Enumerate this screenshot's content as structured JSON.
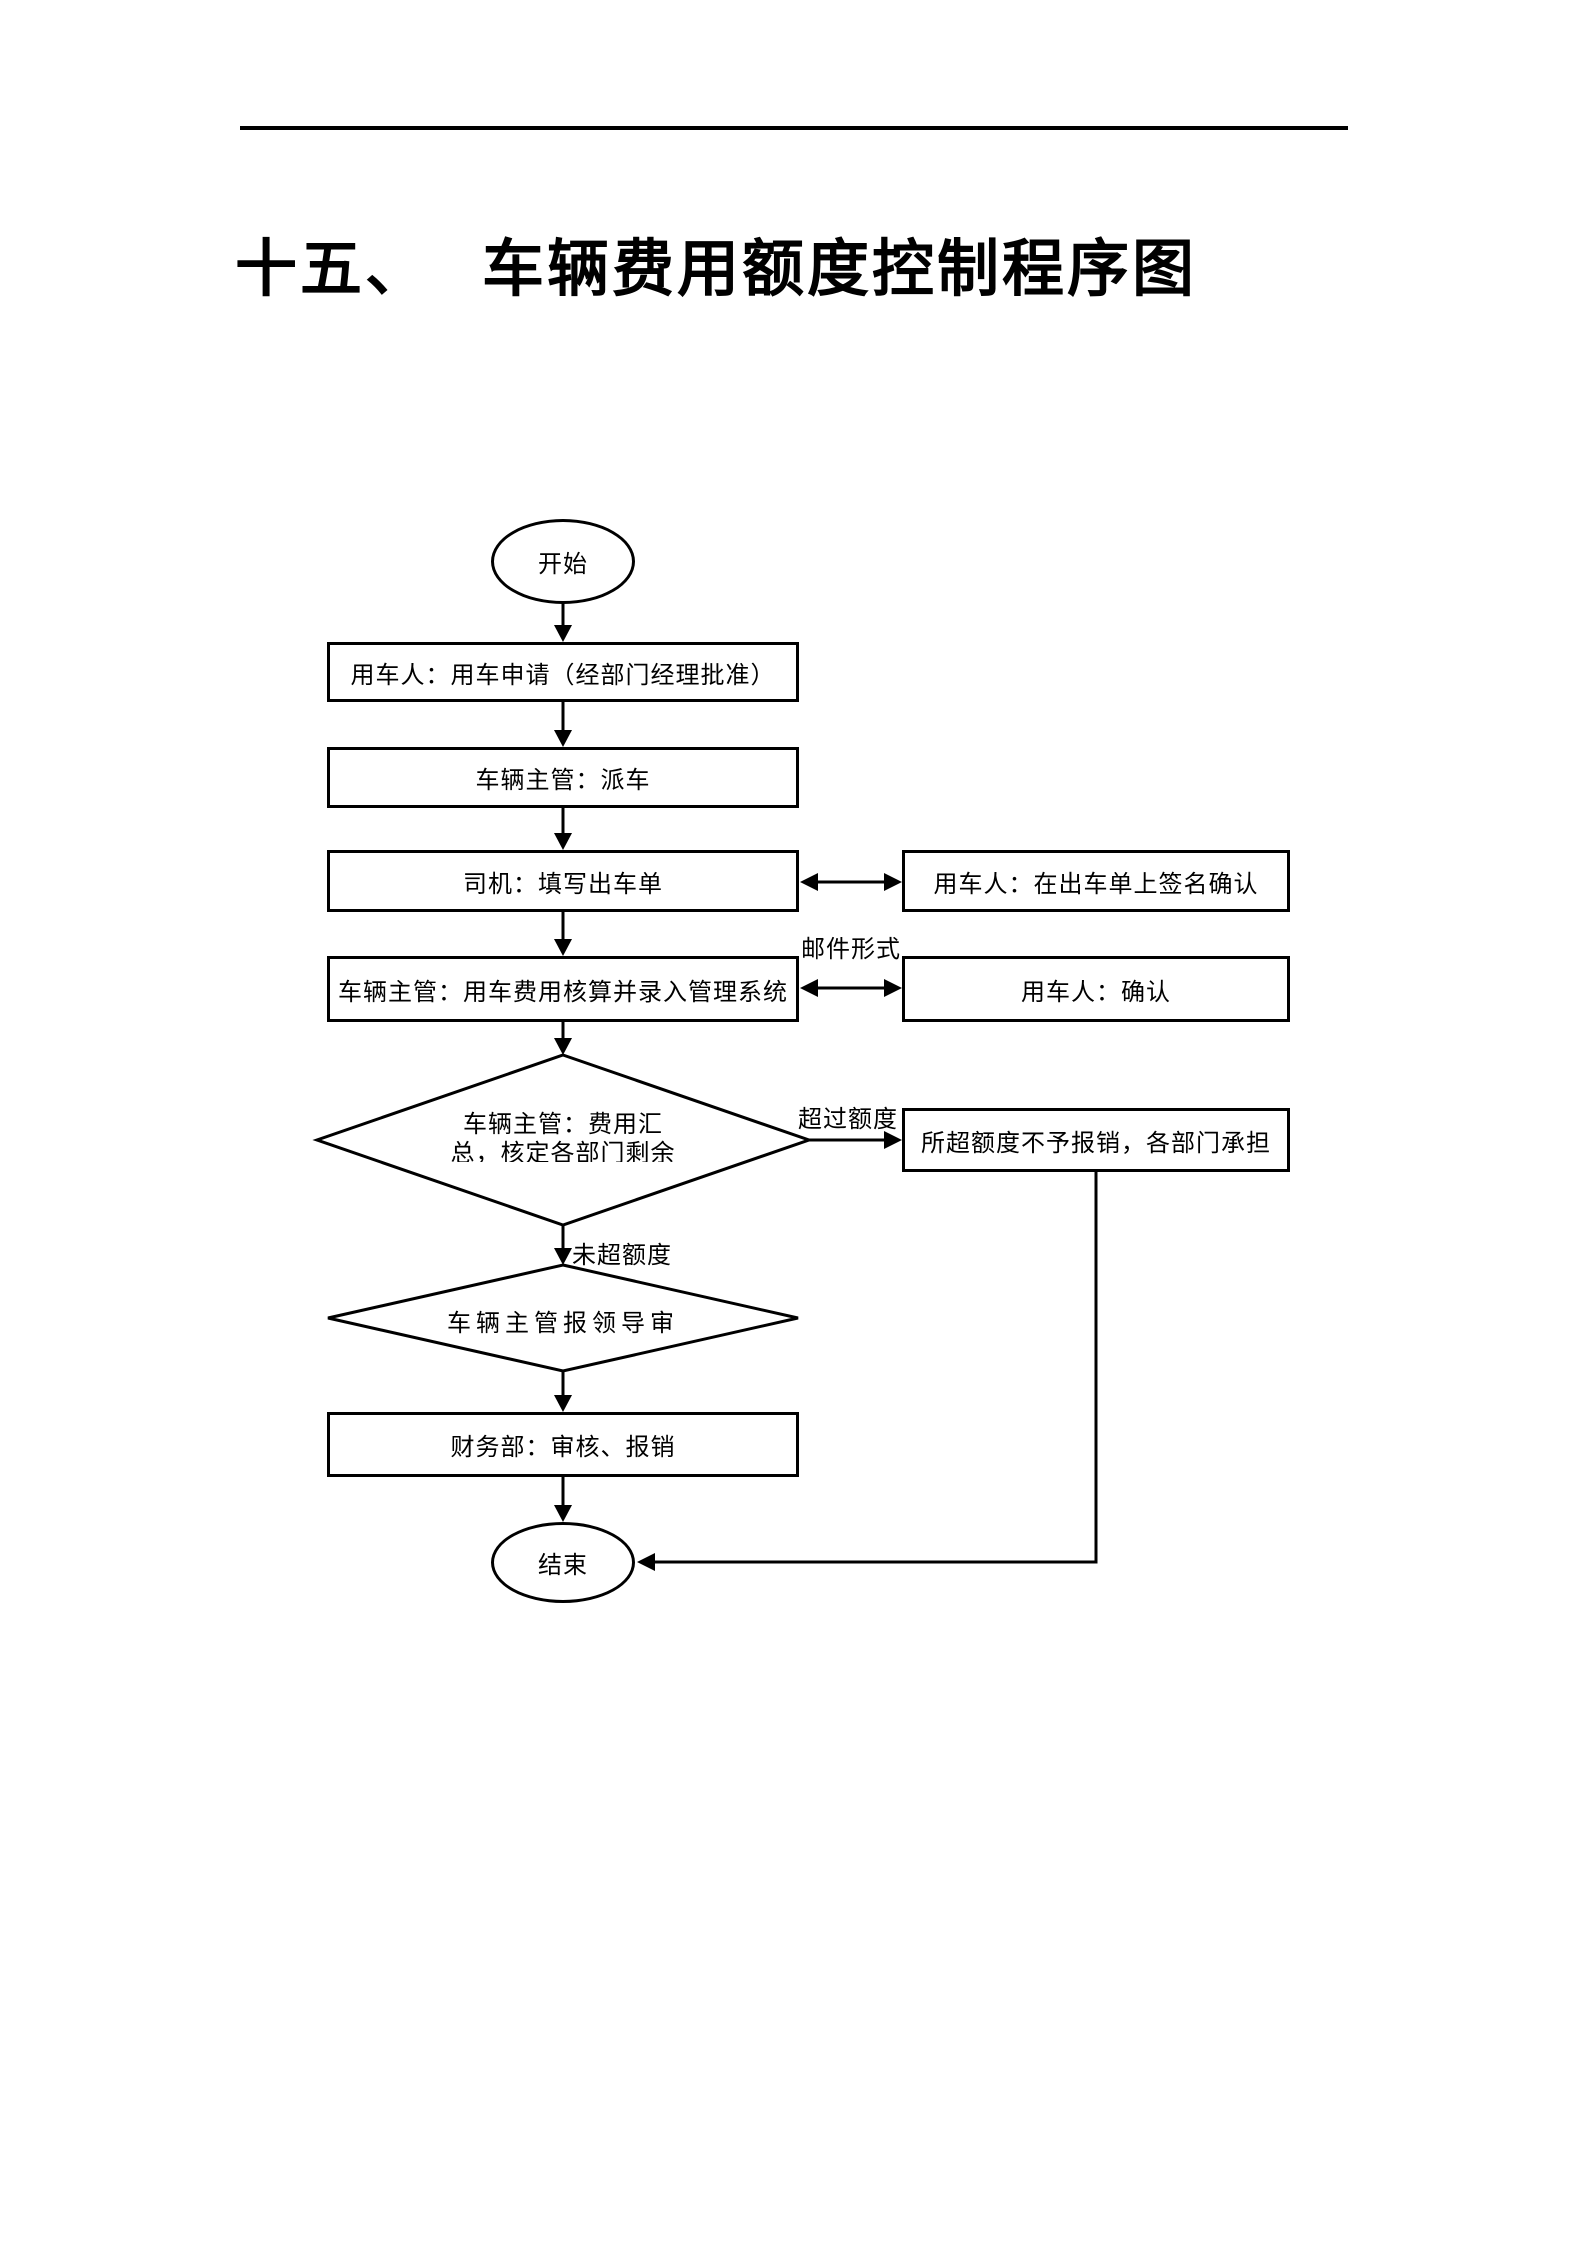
{
  "document": {
    "title": {
      "number": "十五、",
      "text": "车辆费用额度控制程序图"
    }
  },
  "flowchart": {
    "nodes": {
      "start": "开始",
      "apply": "用车人：用车申请（经部门经理批准）",
      "dispatch": "车辆主管：派车",
      "fill_form": "司机：填写出车单",
      "sign_confirm": "用车人：在出车单上签名确认",
      "cost_entry": "车辆主管：用车费用核算并录入管理系统",
      "confirm": "用车人：确认",
      "summary_line1": "车辆主管：费用汇",
      "summary_line2": "总，核定各部门剩余",
      "over_quota_result": "所超额度不予报销，各部门承担",
      "leader_review": "车辆主管报领导审",
      "finance_audit": "财务部：审核、报销",
      "end": "结束"
    },
    "edge_labels": {
      "email": "邮件形式",
      "over_quota": "超过额度",
      "within_quota": "未超额度"
    },
    "colors": {
      "line": "#000000",
      "text": "#000000",
      "page_background": "#ffffff"
    }
  }
}
